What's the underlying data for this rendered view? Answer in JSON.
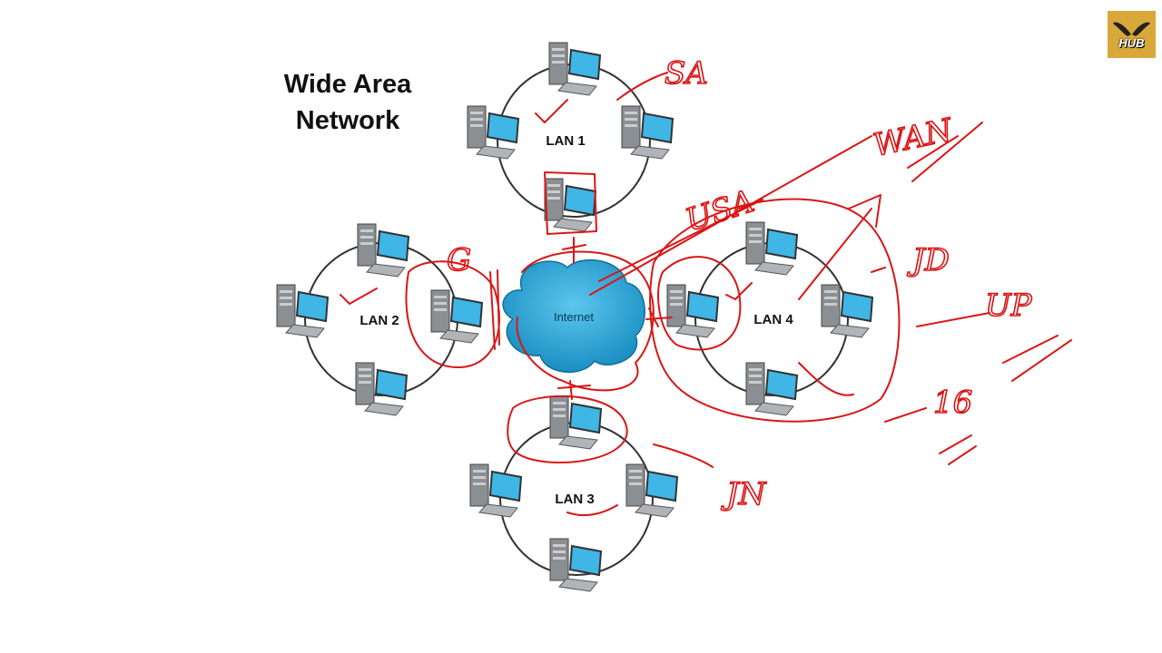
{
  "title": {
    "line1": "Wide Area",
    "line2": "Network"
  },
  "cloud_label": "Internet",
  "lans": [
    {
      "label": "LAN 1"
    },
    {
      "label": "LAN 2"
    },
    {
      "label": "LAN 3"
    },
    {
      "label": "LAN 4"
    }
  ],
  "annotations": {
    "sa": "SA",
    "wan": "WAN",
    "usa": "USA",
    "jd": "JD",
    "up": "UP",
    "sixteen": "16",
    "jn": "JN",
    "g": "G"
  },
  "logo": {
    "text": "HUB"
  },
  "colors": {
    "ink": "#d91616",
    "cloud": "#2aa6d6",
    "monitor": "#3fb6e6",
    "logo": "#d8a93a"
  }
}
